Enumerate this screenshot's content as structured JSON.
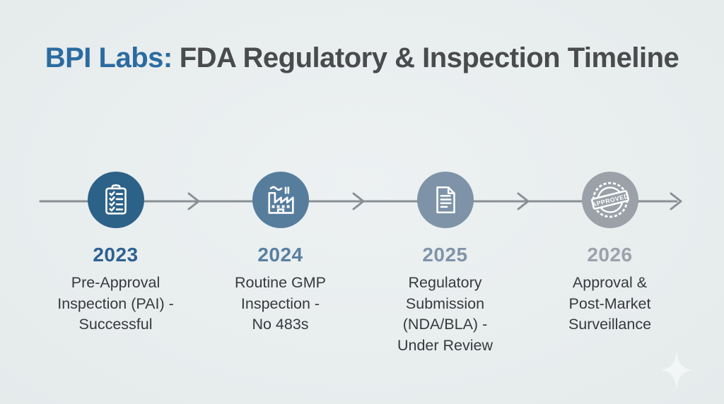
{
  "title": {
    "brand": "BPI Labs:",
    "rest": "FDA Regulatory & Inspection Timeline",
    "brand_color": "#2b6ba0",
    "rest_color": "#4a4b4d"
  },
  "timeline": {
    "arrow_color": "#899095"
  },
  "milestones": [
    {
      "year": "2023",
      "caption": "Pre-Approval\nInspection (PAI) -\nSuccessful",
      "icon": "checklist-clipboard",
      "circle_color": "#2d6288",
      "year_color": "#2d6190"
    },
    {
      "year": "2024",
      "caption": "Routine GMP\nInspection -\nNo 483s",
      "icon": "factory",
      "circle_color": "#577d9d",
      "year_color": "#5a7fa0"
    },
    {
      "year": "2025",
      "caption": "Regulatory\nSubmission\n(NDA/BLA) -\nUnder Review",
      "icon": "document",
      "circle_color": "#7e93a8",
      "year_color": "#8094a9"
    },
    {
      "year": "2026",
      "caption": "Approval &\nPost-Market\nSurveillance",
      "icon": "approved-stamp",
      "circle_color": "#9aa1a8",
      "year_color": "#9aa2ab",
      "badge_text": "APPROVED"
    }
  ]
}
